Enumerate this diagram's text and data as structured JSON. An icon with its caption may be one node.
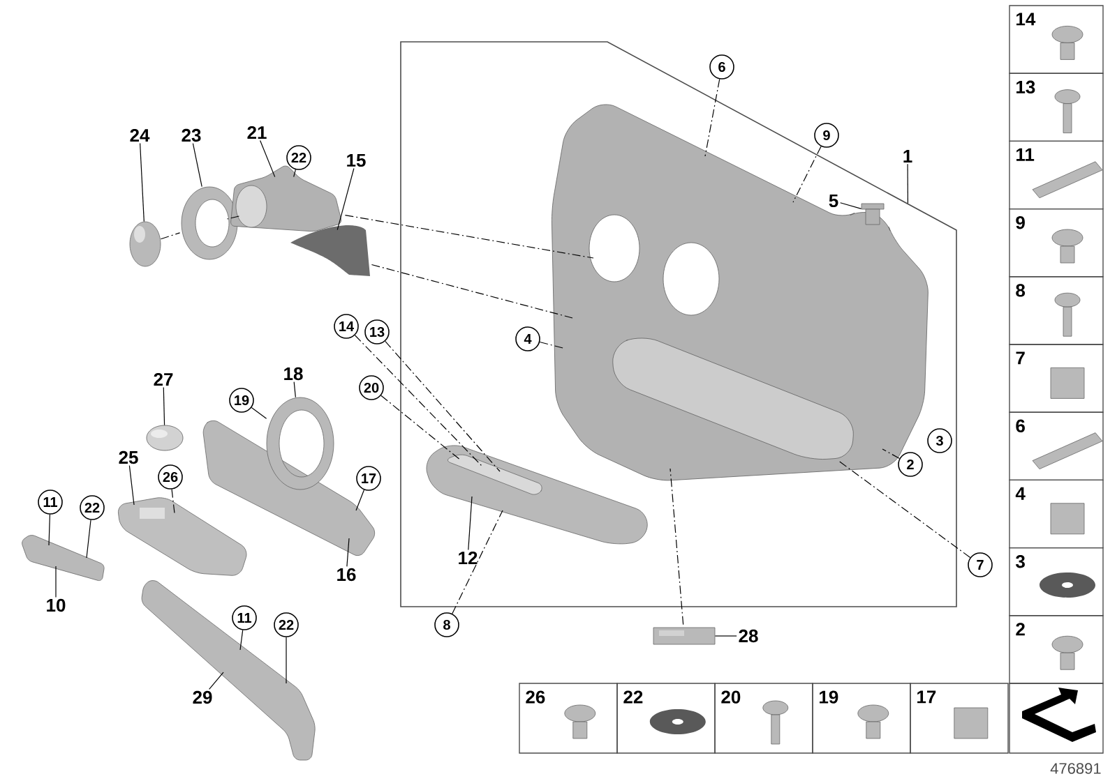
{
  "diagram": {
    "nodes": [
      {
        "text": [
          "24"
        ]
      },
      {
        "text": [],
        "shape": "picture"
      },
      {
        "text": [
          "23"
        ]
      },
      {
        "text": [],
        "shape": "picture"
      },
      {
        "text": [
          "21"
        ]
      },
      {
        "text": [],
        "shape": "picture"
      },
      {
        "text": [
          "22"
        ]
      },
      {
        "text": [
          "15"
        ]
      },
      {
        "text": [],
        "shape": "picture"
      },
      {
        "text": [],
        "shape": "box"
      },
      {
        "text": [
          "6"
        ]
      },
      {
        "text": [
          "9"
        ]
      },
      {
        "text": [
          "1"
        ]
      },
      {
        "text": [
          "5"
        ],
        "in": 9
      },
      {
        "text": [],
        "shape": "picture",
        "in": 15
      },
      {
        "text": [],
        "shape": "picture",
        "in": 9
      },
      {
        "text": [
          "4"
        ],
        "in": 9
      },
      {
        "text": [
          "14"
        ]
      },
      {
        "text": [
          "13"
        ]
      },
      {
        "text": [
          "18"
        ]
      },
      {
        "text": [
          "19"
        ]
      },
      {
        "text": [],
        "shape": "picture"
      },
      {
        "text": [
          "20"
        ]
      },
      {
        "text": [
          "27"
        ]
      },
      {
        "text": [],
        "shape": "picture"
      },
      {
        "text": [
          "25"
        ]
      },
      {
        "text": [
          "26"
        ]
      },
      {
        "text": [],
        "shape": "picture"
      },
      {
        "text": [
          "17"
        ]
      },
      {
        "text": [],
        "shape": "picture"
      },
      {
        "text": [
          "16"
        ]
      },
      {
        "text": [],
        "shape": "picture",
        "in": 9
      },
      {
        "text": [
          "12"
        ],
        "in": 9
      },
      {
        "text": [
          "2"
        ],
        "in": 9
      },
      {
        "text": [
          "3"
        ],
        "in": 9
      },
      {
        "text": [
          "7"
        ]
      },
      {
        "text": [
          "11"
        ]
      },
      {
        "text": [
          "22"
        ]
      },
      {
        "text": [],
        "shape": "picture"
      },
      {
        "text": [
          "10"
        ]
      },
      {
        "text": [
          "8"
        ]
      },
      {
        "text": [],
        "shape": "picture"
      },
      {
        "text": [
          "28"
        ]
      },
      {
        "text": [
          "11"
        ]
      },
      {
        "text": [
          "22"
        ]
      },
      {
        "text": [],
        "shape": "picture"
      },
      {
        "text": [
          "29"
        ]
      },
      {
        "text": [
          "14"
        ]
      },
      {
        "text": [
          "13"
        ]
      },
      {
        "text": [
          "11"
        ]
      },
      {
        "text": [
          "9"
        ]
      },
      {
        "text": [
          "8"
        ]
      },
      {
        "text": [
          "7"
        ]
      },
      {
        "text": [
          "6"
        ]
      },
      {
        "text": [
          "4"
        ]
      },
      {
        "text": [
          "3"
        ]
      },
      {
        "text": [
          "2"
        ]
      },
      {
        "text": [
          "26"
        ]
      },
      {
        "text": [
          "22"
        ]
      },
      {
        "text": [
          "20"
        ]
      },
      {
        "text": [
          "19"
        ]
      },
      {
        "text": [
          "17"
        ]
      },
      {
        "text": [],
        "shape": "box"
      }
    ],
    "edges": [
      {
        "from": 0,
        "to": 1,
        "arrow": "none"
      },
      {
        "from": 2,
        "to": 3,
        "arrow": "none"
      },
      {
        "from": 4,
        "to": 5,
        "arrow": "none"
      },
      {
        "from": 6,
        "to": 5,
        "arrow": "none"
      },
      {
        "from": 7,
        "to": 8,
        "arrow": "none"
      },
      {
        "from": 10,
        "to": 15,
        "arrow": "none",
        "style": "dashed"
      },
      {
        "from": 11,
        "to": 15,
        "arrow": "none",
        "style": "dashed"
      },
      {
        "from": 12,
        "to": 9,
        "arrow": "none"
      },
      {
        "from": 13,
        "to": 14,
        "arrow": "none"
      },
      {
        "from": 16,
        "to": 15,
        "arrow": "none",
        "style": "dashed"
      },
      {
        "from": 17,
        "to": 31,
        "arrow": "none",
        "style": "dashed"
      },
      {
        "from": 18,
        "to": 31,
        "arrow": "none",
        "style": "dashed"
      },
      {
        "from": 19,
        "to": 21,
        "arrow": "none"
      },
      {
        "from": 20,
        "to": 21,
        "arrow": "none"
      },
      {
        "from": 22,
        "to": 31,
        "arrow": "none",
        "style": "dashed"
      },
      {
        "from": 23,
        "to": 24,
        "arrow": "none"
      },
      {
        "from": 25,
        "to": 27,
        "arrow": "none"
      },
      {
        "from": 26,
        "to": 27,
        "arrow": "none",
        "style": "dashed"
      },
      {
        "from": 28,
        "to": 29,
        "arrow": "none"
      },
      {
        "from": 30,
        "to": 29,
        "arrow": "none"
      },
      {
        "from": 32,
        "to": 31,
        "arrow": "none"
      },
      {
        "from": 33,
        "to": 15,
        "arrow": "none",
        "style": "dashed"
      },
      {
        "from": 35,
        "to": 15,
        "arrow": "none",
        "style": "dashed"
      },
      {
        "from": 36,
        "to": 38,
        "arrow": "none"
      },
      {
        "from": 37,
        "to": 38,
        "arrow": "none"
      },
      {
        "from": 39,
        "to": 38,
        "arrow": "none"
      },
      {
        "from": 40,
        "to": 31,
        "arrow": "none",
        "style": "dashed"
      },
      {
        "from": 42,
        "to": 41,
        "arrow": "none"
      },
      {
        "from": 43,
        "to": 45,
        "arrow": "none"
      },
      {
        "from": 44,
        "to": 45,
        "arrow": "none"
      },
      {
        "from": 46,
        "to": 45,
        "arrow": "none"
      },
      {
        "from": 1,
        "to": 3,
        "arrow": "none",
        "style": "dashed"
      },
      {
        "from": 3,
        "to": 5,
        "arrow": "none",
        "style": "dashed"
      },
      {
        "from": 5,
        "to": 15,
        "arrow": "none",
        "style": "dashed"
      },
      {
        "from": 8,
        "to": 15,
        "arrow": "none",
        "style": "dashed"
      },
      {
        "from": 41,
        "to": 15,
        "arrow": "none",
        "style": "dashed"
      }
    ],
    "labels": [
      "476891"
    ]
  }
}
